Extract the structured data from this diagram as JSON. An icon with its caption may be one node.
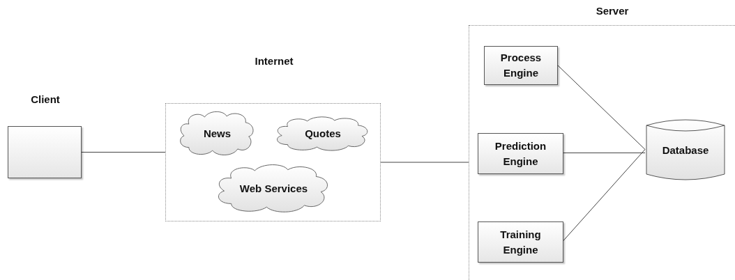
{
  "diagram": {
    "nodes": [
      {
        "text": [
          "Client"
        ]
      },
      {
        "text": [
          "Internet"
        ]
      },
      {
        "text": [
          "News"
        ],
        "in": 1
      },
      {
        "text": [
          "Quotes"
        ],
        "in": 1
      },
      {
        "text": [
          "Web Services"
        ],
        "in": 1
      },
      {
        "text": [
          "Server"
        ]
      },
      {
        "text": [
          "Process Engine"
        ],
        "in": 5
      },
      {
        "text": [
          "Prediction Engine"
        ],
        "in": 5
      },
      {
        "text": [
          "Training Engine"
        ],
        "in": 5
      },
      {
        "text": [
          "Database"
        ],
        "in": 5
      }
    ],
    "edges": [
      {
        "from": 0,
        "to": 1,
        "arrow": "none"
      },
      {
        "from": 1,
        "to": 5,
        "arrow": "none"
      },
      {
        "from": 6,
        "to": 9,
        "arrow": "none"
      },
      {
        "from": 7,
        "to": 9,
        "arrow": "none"
      },
      {
        "from": 8,
        "to": 9,
        "arrow": "none"
      }
    ]
  }
}
